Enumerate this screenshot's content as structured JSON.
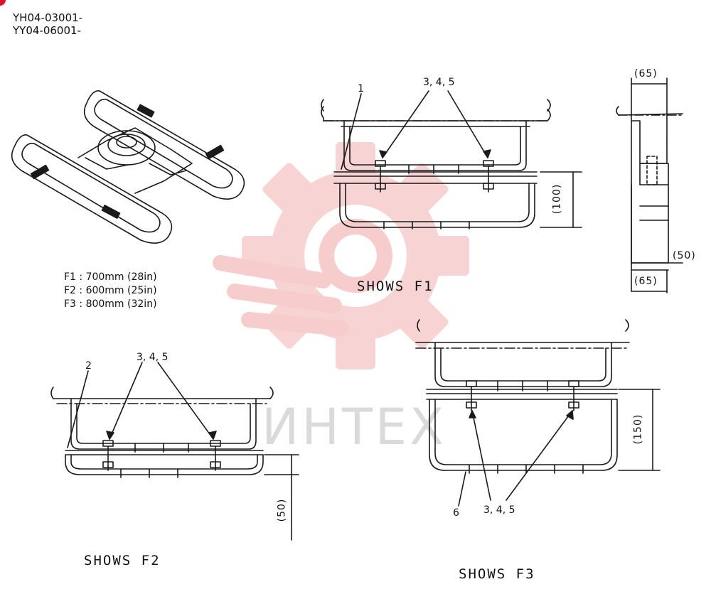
{
  "header": {
    "serial_1": "YH04-03001-",
    "serial_2": "YY04-06001-"
  },
  "legend": {
    "rows": [
      "F1 : 700mm  (28in)",
      "F2 : 600mm  (25in)",
      "F3 : 800mm  (32in)"
    ]
  },
  "views": {
    "f1": {
      "caption": "SHOWS  F1",
      "part_label": "1",
      "hardware_label": "3, 4, 5",
      "height_dim": "(100)"
    },
    "side": {
      "top_dim": "(65)",
      "side_dim": "(50)",
      "bottom_dim": "(65)"
    },
    "f2": {
      "caption": "SHOWS  F2",
      "part_label": "2",
      "hardware_label": "3, 4, 5",
      "height_dim": "(50)"
    },
    "f3": {
      "caption": "SHOWS  F3",
      "part_label": "6",
      "hardware_label": "3, 4, 5",
      "height_dim": "(150)"
    }
  },
  "watermark": {
    "text": "ИНТЕХ",
    "color": "#f4c4c4"
  },
  "colors": {
    "line": "#1a1a1a",
    "badge": "#d8152a"
  }
}
